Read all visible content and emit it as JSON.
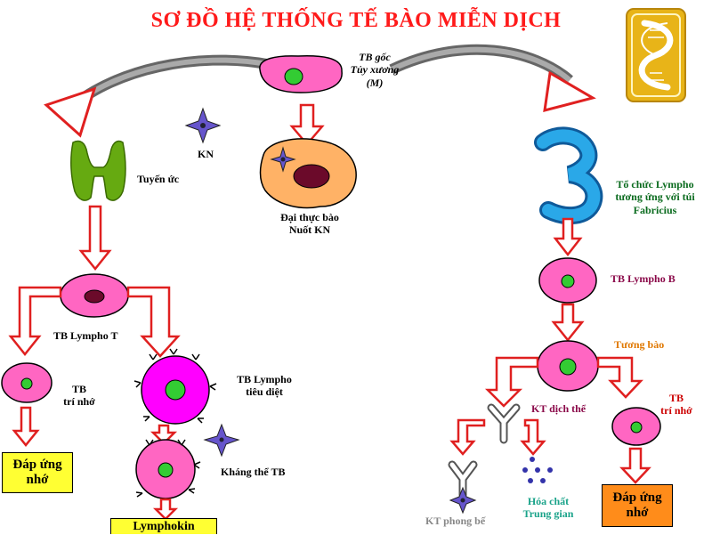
{
  "title": "SƠ ĐỒ HỆ THỐNG TẾ BÀO MIỄN DỊCH",
  "labels": {
    "stem_cell_l1": "TB gốc",
    "stem_cell_l2": "Tủy xương",
    "stem_cell_l3": "(M)",
    "antigen": "KN",
    "thymus": "Tuyến ức",
    "macrophage_l1": "Đại thực bào",
    "macrophage_l2": "Nuốt KN",
    "bursa_l1": "Tổ chức Lympho",
    "bursa_l2": "tương ứng với túi",
    "bursa_l3": "Fabricius",
    "lympho_t": "TB Lympho T",
    "memory_t_l1": "TB",
    "memory_t_l2": "trí nhớ",
    "killer_l1": "TB Lympho",
    "killer_l2": "tiêu diệt",
    "antibody_tb": "Kháng thể TB",
    "lympho_b": "TB Lympho B",
    "plasma": "Tương bào",
    "humoral_ab": "KT dịch thể",
    "memory_b_l1": "TB",
    "memory_b_l2": "trí nhớ",
    "blocking_ab": "KT phong bế",
    "mediator_l1": "Hóa chất",
    "mediator_l2": "Trung gian"
  },
  "boxes": {
    "memory_response_left_l1": "Đáp ứng",
    "memory_response_left_l2": "nhớ",
    "lymphokin": "Lymphokin",
    "memory_response_right_l1": "Đáp ứng",
    "memory_response_right_l2": "nhớ"
  },
  "colors": {
    "title": "#ff1a1a",
    "cell_pink": "#ff66c2",
    "nucleus_green": "#33cc33",
    "killer_magenta": "#ff00ff",
    "macrophage_orange": "#ffb266",
    "thymus_green": "#66aa11",
    "bursa_blue": "#2aa8e8",
    "arrow_red": "#e02020",
    "box_yellow": "#ffff33",
    "box_orange": "#ff8c1a",
    "logo_gold": "#e8b418"
  }
}
